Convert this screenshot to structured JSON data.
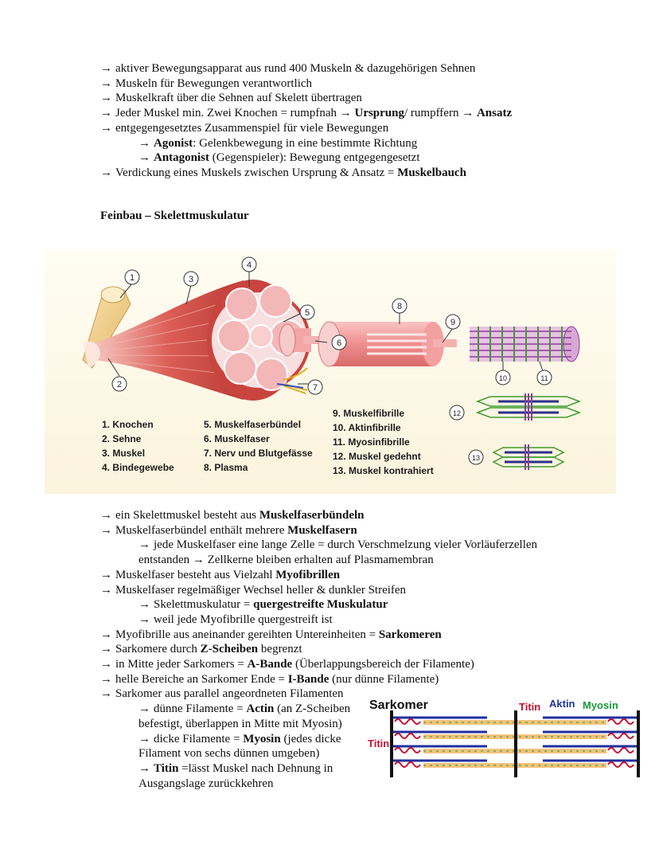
{
  "intro": [
    {
      "parts": [
        {
          "t": "aktiver Bewegungsapparat aus rund 400 Muskeln & dazugehörigen Sehnen"
        }
      ]
    },
    {
      "parts": [
        {
          "t": "Muskeln für Bewegungen verantwortlich"
        }
      ]
    },
    {
      "parts": [
        {
          "t": "Muskelkraft über die Sehnen auf Skelett übertragen"
        }
      ]
    },
    {
      "parts": [
        {
          "t": "Jeder Muskel min. Zwei Knochen = rumpfnah → "
        },
        {
          "t": "Ursprung",
          "b": true
        },
        {
          "t": "/ rumpffern → "
        },
        {
          "t": "Ansatz",
          "b": true
        }
      ]
    },
    {
      "parts": [
        {
          "t": "entgegengesetztes Zusammenspiel für viele Bewegungen"
        }
      ]
    },
    {
      "indent": 1,
      "parts": [
        {
          "t": "Agonist",
          "b": true
        },
        {
          "t": ": Gelenkbewegung in eine bestimmte Richtung"
        }
      ]
    },
    {
      "indent": 1,
      "parts": [
        {
          "t": "Antagonist",
          "b": true
        },
        {
          "t": " (Gegenspieler): Bewegung entgegengesetzt"
        }
      ]
    },
    {
      "parts": [
        {
          "t": "Verdickung eines Muskels zwischen Ursprung & Ansatz = "
        },
        {
          "t": "Muskelbauch",
          "b": true
        }
      ]
    }
  ],
  "heading": "Feinbau – Skelettmuskulatur",
  "figure": {
    "numbers": [
      "1",
      "2",
      "3",
      "4",
      "5",
      "6",
      "7",
      "8",
      "9",
      "10",
      "11",
      "12",
      "13"
    ],
    "legend_col1": [
      "1.  Knochen",
      "2.  Sehne",
      "3.  Muskel",
      "4.  Bindegewebe"
    ],
    "legend_col2": [
      "5.  Muskelfaserbündel",
      "6.  Muskelfaser",
      "7.  Nerv und Blutgefässe",
      "8.  Plasma"
    ],
    "legend_col3": [
      "9.  Muskelfibrille",
      "10.  Aktinfibrille",
      "11.  Myosinfibrille",
      "12.  Muskel gedehnt",
      "13.  Muskel kontrahiert"
    ],
    "colors": {
      "muscle": "#c9443f",
      "fiber": "#f3a6a6",
      "bone": "#f0d49a",
      "myofibril_purple": "#8a3c9a",
      "green": "#3e9b2e"
    }
  },
  "body": [
    {
      "parts": [
        {
          "t": "ein Skelettmuskel besteht aus "
        },
        {
          "t": "Muskelfaserbündeln",
          "b": true
        }
      ]
    },
    {
      "parts": [
        {
          "t": "Muskelfaserbündel enthält mehrere "
        },
        {
          "t": "Muskelfasern",
          "b": true
        }
      ]
    },
    {
      "indent": 1,
      "parts": [
        {
          "t": "jede Muskelfaser eine lange Zelle = durch Verschmelzung vieler Vorläuferzellen"
        }
      ]
    },
    {
      "indent": 2,
      "parts": [
        {
          "t": "entstanden → Zellkerne bleiben erhalten auf Plasmamembran"
        }
      ]
    },
    {
      "parts": [
        {
          "t": "Muskelfaser besteht aus Vielzahl "
        },
        {
          "t": "Myofibrillen",
          "b": true
        }
      ]
    },
    {
      "parts": [
        {
          "t": "Muskelfaser regelmäßiger Wechsel heller & dunkler Streifen"
        }
      ]
    },
    {
      "indent": 1,
      "parts": [
        {
          "t": "Skelettmuskulatur = "
        },
        {
          "t": "quergestreifte Muskulatur",
          "b": true
        }
      ]
    },
    {
      "indent": 1,
      "parts": [
        {
          "t": "weil jede Myofibrille quergestreift ist"
        }
      ]
    },
    {
      "parts": [
        {
          "t": "Myofibrille aus aneinander gereihten Untereinheiten = "
        },
        {
          "t": "Sarkomeren",
          "b": true
        }
      ]
    },
    {
      "parts": [
        {
          "t": "Sarkomere durch "
        },
        {
          "t": "Z-Scheiben",
          "b": true
        },
        {
          "t": " begrenzt"
        }
      ]
    },
    {
      "parts": [
        {
          "t": "in Mitte jeder Sarkomers = "
        },
        {
          "t": "A-Bande",
          "b": true
        },
        {
          "t": " (Überlappungsbereich der Filamente)"
        }
      ]
    },
    {
      "parts": [
        {
          "t": "helle Bereiche an Sarkomer Ende = "
        },
        {
          "t": "I-Bande",
          "b": true
        },
        {
          "t": " (nur dünne Filamente)"
        }
      ]
    },
    {
      "parts": [
        {
          "t": "Sarkomer aus parallel angeordneten Filamenten"
        }
      ]
    },
    {
      "indent": 1,
      "parts": [
        {
          "t": "dünne Filamente = "
        },
        {
          "t": "Actin",
          "b": true
        },
        {
          "t": " (an Z-Scheiben"
        }
      ]
    },
    {
      "indent": 2,
      "parts": [
        {
          "t": "befestigt, überlappen in Mitte mit Myosin)"
        }
      ]
    },
    {
      "indent": 1,
      "parts": [
        {
          "t": "dicke Filamente = "
        },
        {
          "t": "Myosin",
          "b": true
        },
        {
          "t": " (jedes dicke"
        }
      ]
    },
    {
      "indent": 2,
      "parts": [
        {
          "t": "Filament von sechs dünnen umgeben)"
        }
      ]
    },
    {
      "indent": 1,
      "parts": [
        {
          "t": "Titin",
          "b": true
        },
        {
          "t": " =lässt Muskel nach Dehnung in"
        }
      ]
    },
    {
      "indent": 2,
      "parts": [
        {
          "t": "Ausgangslage zurückkehren"
        }
      ]
    }
  ],
  "arrow": "→",
  "sarkomer": {
    "title": "Sarkomer",
    "titin_top": "Titin",
    "aktin": "Aktin",
    "myosin": "Myosin",
    "titin_side": "Titin",
    "colors": {
      "titin": "#c8102e",
      "aktin": "#1f2f9e",
      "myosin": "#1a9a3a",
      "zdisk": "#111111"
    }
  }
}
